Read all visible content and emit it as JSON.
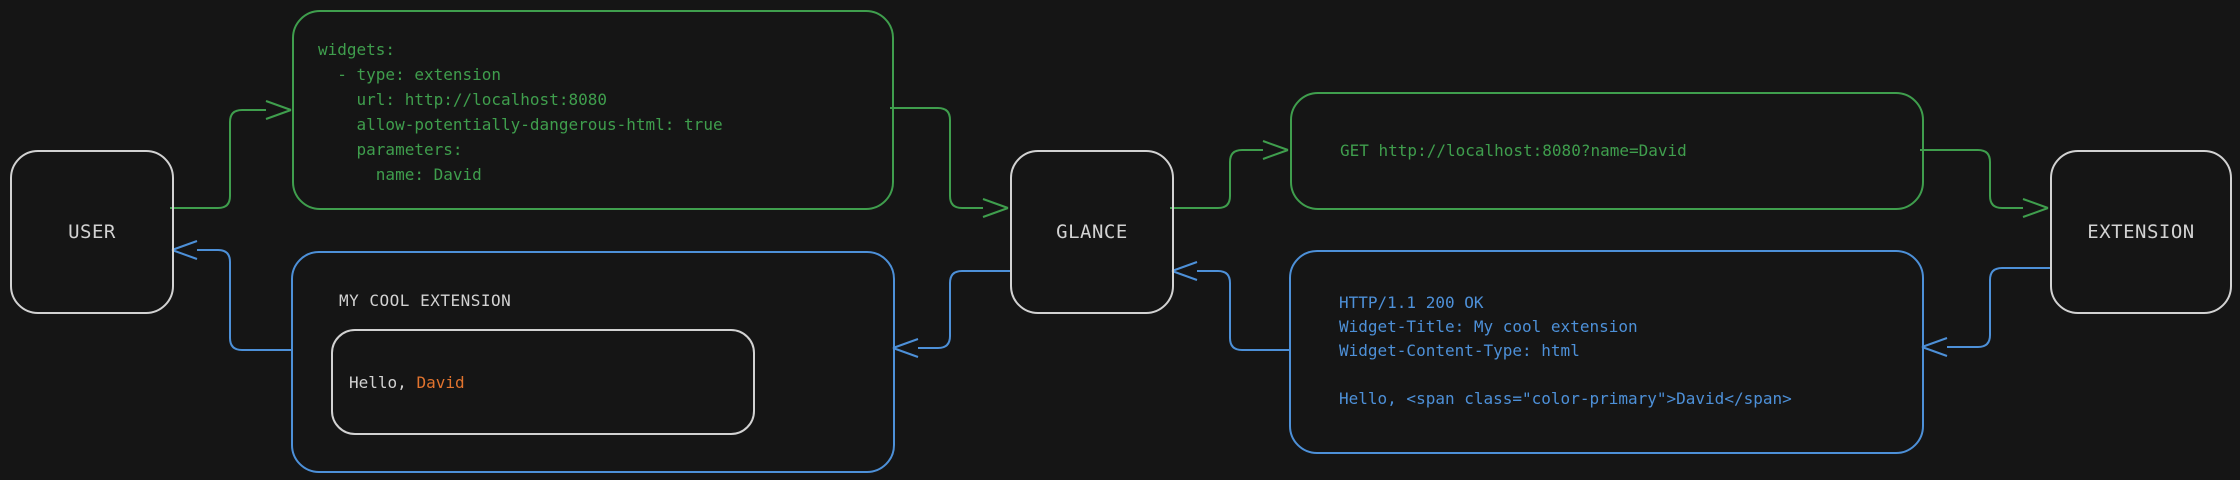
{
  "colors": {
    "background": "#151515",
    "green": "#3f9e4d",
    "blue": "#4d90d8",
    "orange": "#e1732e",
    "gray": "#d2d2d2"
  },
  "nodes": {
    "user": {
      "label": "USER"
    },
    "glance": {
      "label": "GLANCE"
    },
    "extension": {
      "label": "EXTENSION"
    }
  },
  "config_box": {
    "code": "widgets:\n  - type: extension\n    url: http://localhost:8080\n    allow-potentially-dangerous-html: true\n    parameters:\n      name: David"
  },
  "request_box": {
    "code": "GET http://localhost:8080?name=David"
  },
  "response_box": {
    "code": "HTTP/1.1 200 OK\nWidget-Title: My cool extension\nWidget-Content-Type: html\n\nHello, <span class=\"color-primary\">David</span>"
  },
  "widget_box": {
    "title": "MY COOL EXTENSION",
    "greeting_prefix": "Hello, ",
    "greeting_name": "David"
  }
}
